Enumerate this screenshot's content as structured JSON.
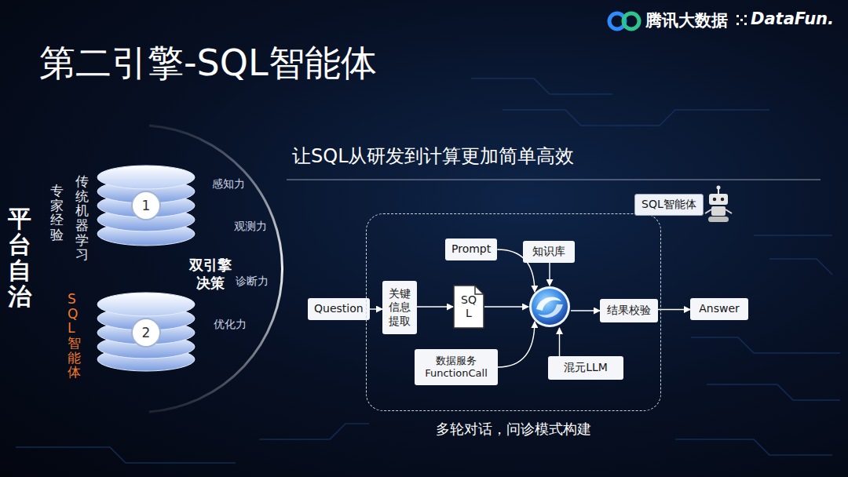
{
  "diagram": {
    "title": "第二引擎-SQL智能体",
    "nodes": [
      {
        "text": [
          "1"
        ]
      },
      {
        "text": [
          "2"
        ]
      },
      {
        "text": [
          "Question"
        ]
      },
      {
        "text": [
          "多轮对话，问诊模式构建"
        ]
      },
      {
        "text": [
          "关键 信息 提取"
        ],
        "in": 3
      },
      {
        "text": [
          "SQ L"
        ],
        "in": 3
      },
      {
        "text": [
          "Prompt"
        ],
        "in": 3
      },
      {
        "text": [
          "知识库"
        ],
        "in": 3
      },
      {
        "text": [],
        "in": 3
      },
      {
        "text": [
          "数据服务 FunctionCall"
        ],
        "in": 3
      },
      {
        "text": [
          "混元LLM"
        ],
        "in": 3
      },
      {
        "text": [
          "结果校验"
        ],
        "in": 3
      },
      {
        "text": [
          "Answer"
        ]
      },
      {
        "text": [
          "SQL智能体"
        ]
      }
    ],
    "edges": [
      {
        "from": 2,
        "to": 4,
        "arrow": "to"
      },
      {
        "from": 4,
        "to": 5,
        "arrow": "to"
      },
      {
        "from": 5,
        "to": 8,
        "arrow": "to"
      },
      {
        "from": 6,
        "to": 8,
        "arrow": "to"
      },
      {
        "from": 7,
        "to": 8,
        "arrow": "to"
      },
      {
        "from": 9,
        "to": 8,
        "arrow": "to"
      },
      {
        "from": 10,
        "to": 8,
        "arrow": "to"
      },
      {
        "from": 8,
        "to": 11,
        "arrow": "to"
      },
      {
        "from": 11,
        "to": 12,
        "arrow": "to"
      }
    ],
    "labels": [
      "腾讯大数据",
      "DataFun.",
      "让SQL从研发到计算更加简单高效",
      "平台自治",
      "专家经验",
      "传统机器学习",
      "SQL智能体",
      "双引擎 决策",
      "感知力",
      "观测力",
      "诊断力",
      "优化力"
    ]
  }
}
